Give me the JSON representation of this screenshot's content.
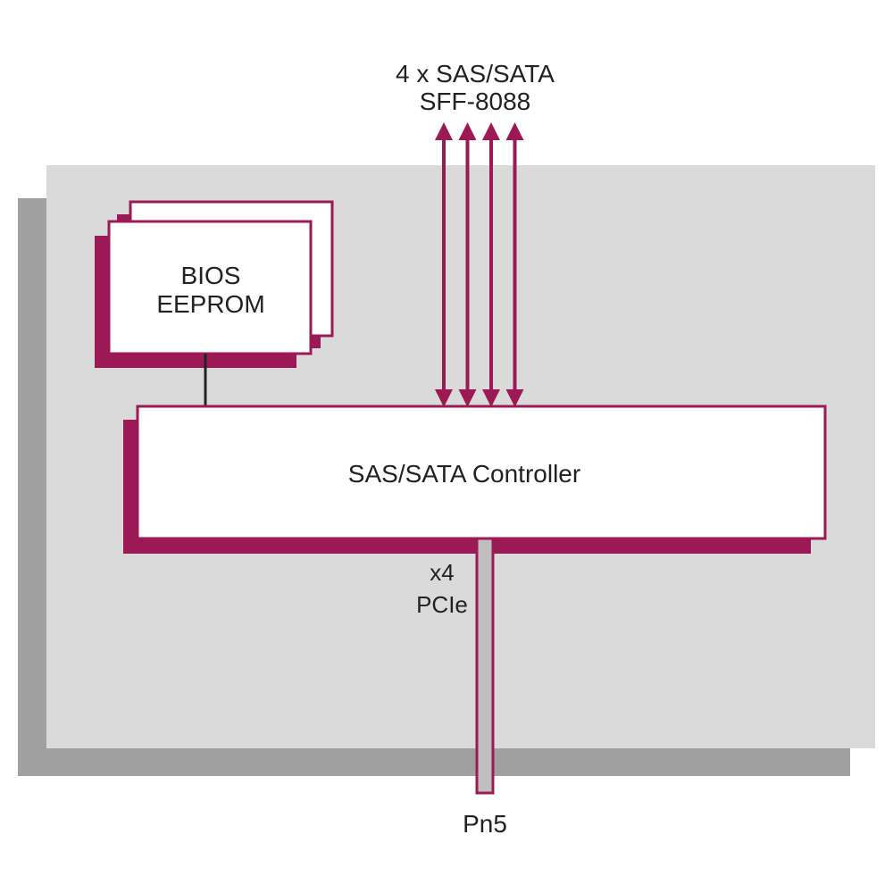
{
  "colors": {
    "accent": "#9B1A55",
    "board": "#DADADA",
    "board_shadow": "#A0A0A0",
    "box_fill": "#FFFFFF",
    "bus_line": "#222222",
    "pcie_fill": "#BFBFBF",
    "text": "#222222"
  },
  "labels": {
    "sas_ports_line1": "4 x SAS/SATA",
    "sas_ports_line2": "SFF-8088",
    "bios_line1": "BIOS",
    "bios_line2": "EEPROM",
    "controller": "SAS/SATA Controller",
    "pcie_line1": "x4",
    "pcie_line2": "PCIe",
    "connector": "Pn5"
  },
  "diagram": {
    "port_count": 4,
    "arrow_type": "bidirectional",
    "icons": [
      "double-headed-arrow"
    ]
  }
}
